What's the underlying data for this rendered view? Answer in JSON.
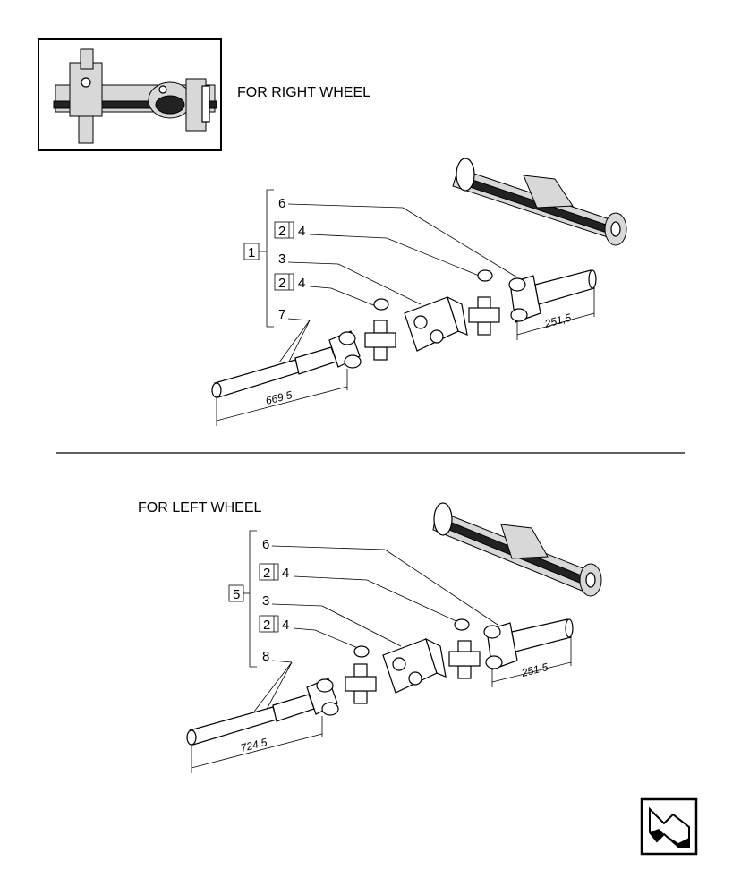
{
  "sections": {
    "right": {
      "heading": "FOR RIGHT WHEEL",
      "group_ref": "1",
      "callouts": [
        {
          "text": "6",
          "boxed": false
        },
        {
          "text": "2",
          "boxed": true,
          "sub": "4"
        },
        {
          "text": "3",
          "boxed": false
        },
        {
          "text": "2",
          "boxed": true,
          "sub": "4"
        },
        {
          "text": "7",
          "boxed": false
        }
      ],
      "dim_long": "669,5",
      "dim_short": "251,5"
    },
    "left": {
      "heading": "FOR LEFT WHEEL",
      "group_ref": "5",
      "callouts": [
        {
          "text": "6",
          "boxed": false
        },
        {
          "text": "2",
          "boxed": true,
          "sub": "4"
        },
        {
          "text": "3",
          "boxed": false
        },
        {
          "text": "2",
          "boxed": true,
          "sub": "4"
        },
        {
          "text": "8",
          "boxed": false
        }
      ],
      "dim_long": "724,5",
      "dim_short": "251,5"
    }
  },
  "icons": {
    "thumbnail": "axle-thumbnail-icon",
    "nav": "next-page-arrow-icon"
  }
}
